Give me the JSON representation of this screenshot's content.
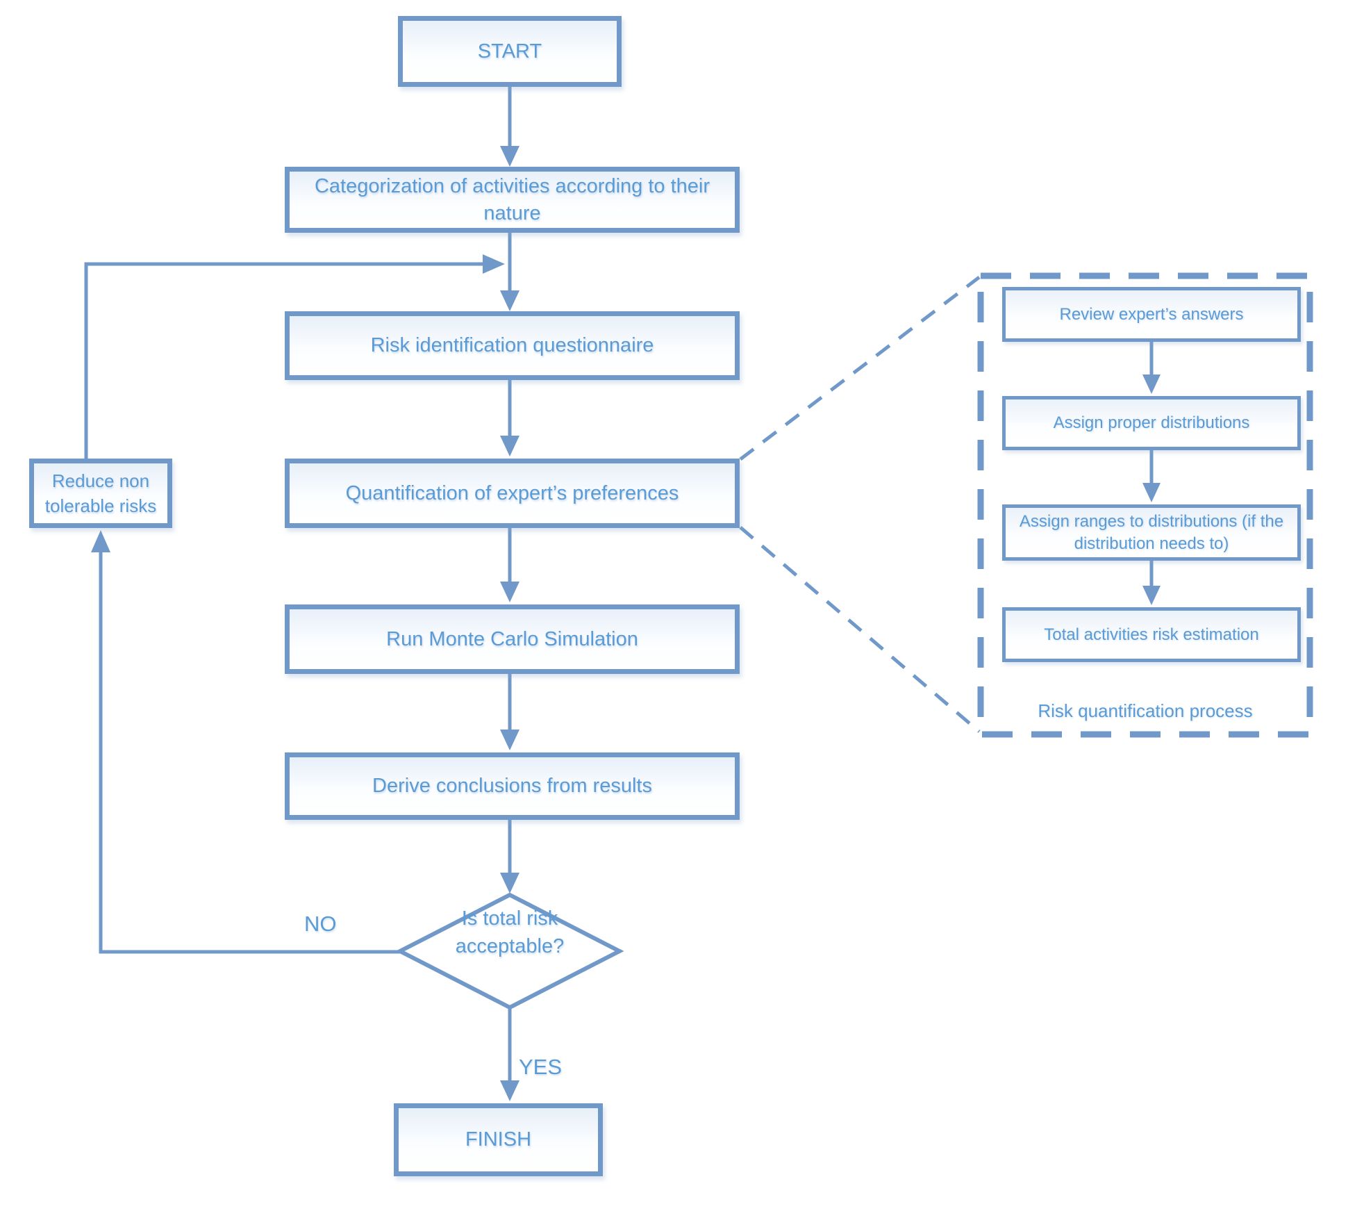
{
  "diagram": {
    "type": "flowchart",
    "title_visible": false,
    "accent_text_color": "#5B9BD5",
    "line_color": "#7099C9",
    "background_color": "#FFFFFF",
    "nodes": {
      "start": {
        "label": "START",
        "shape": "rectangle"
      },
      "categorization": {
        "label": "Categorization of activities according to their nature",
        "shape": "rectangle"
      },
      "risk_identification": {
        "label": "Risk identification questionnaire",
        "shape": "rectangle"
      },
      "quantification": {
        "label": "Quantification of expert’s preferences",
        "shape": "rectangle"
      },
      "monte_carlo": {
        "label": "Run Monte Carlo Simulation",
        "shape": "rectangle"
      },
      "derive_conclusions": {
        "label": "Derive conclusions from results",
        "shape": "rectangle"
      },
      "decision": {
        "label": "Is total risk acceptable?",
        "shape": "diamond"
      },
      "finish": {
        "label": "FINISH",
        "shape": "rectangle"
      },
      "reduce_risks": {
        "label": "Reduce non tolerable risks",
        "shape": "rectangle"
      }
    },
    "edge_labels": {
      "no": "NO",
      "yes": "YES"
    },
    "edges": [
      {
        "from": "start",
        "to": "categorization"
      },
      {
        "from": "categorization",
        "to": "risk_identification"
      },
      {
        "from": "risk_identification",
        "to": "quantification"
      },
      {
        "from": "quantification",
        "to": "monte_carlo"
      },
      {
        "from": "monte_carlo",
        "to": "derive_conclusions"
      },
      {
        "from": "derive_conclusions",
        "to": "decision"
      },
      {
        "from": "decision",
        "to": "finish",
        "label": "YES"
      },
      {
        "from": "decision",
        "to": "reduce_risks",
        "label": "NO"
      },
      {
        "from": "reduce_risks",
        "to": "risk_identification"
      },
      {
        "from": "quantification",
        "to": "subprocess_panel",
        "style": "dashed"
      }
    ],
    "subprocess_panel": {
      "title": "Risk quantification process",
      "border_style": "dashed",
      "nodes": [
        {
          "label": "Review expert’s answers"
        },
        {
          "label": "Assign proper distributions"
        },
        {
          "label": "Assign ranges to distributions (if the distribution needs to)"
        },
        {
          "label": "Total activities risk estimation"
        }
      ]
    }
  }
}
